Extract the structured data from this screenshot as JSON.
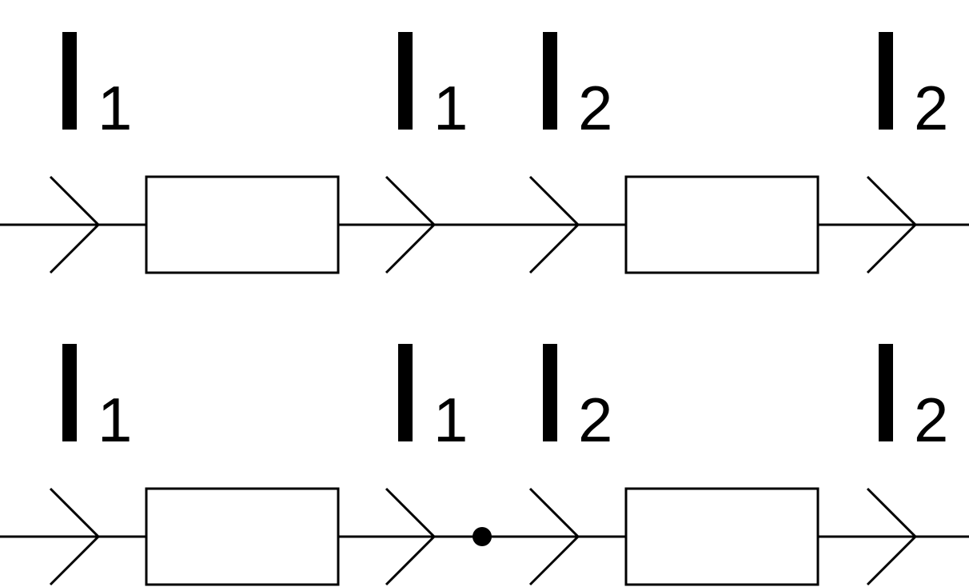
{
  "diagram": {
    "rows": [
      {
        "labels": [
          "1",
          "1",
          "2",
          "2"
        ],
        "has_junction_dot": false
      },
      {
        "labels": [
          "1",
          "1",
          "2",
          "2"
        ],
        "has_junction_dot": true
      }
    ]
  },
  "colors": {
    "stroke": "#000000",
    "background": "#ffffff"
  }
}
